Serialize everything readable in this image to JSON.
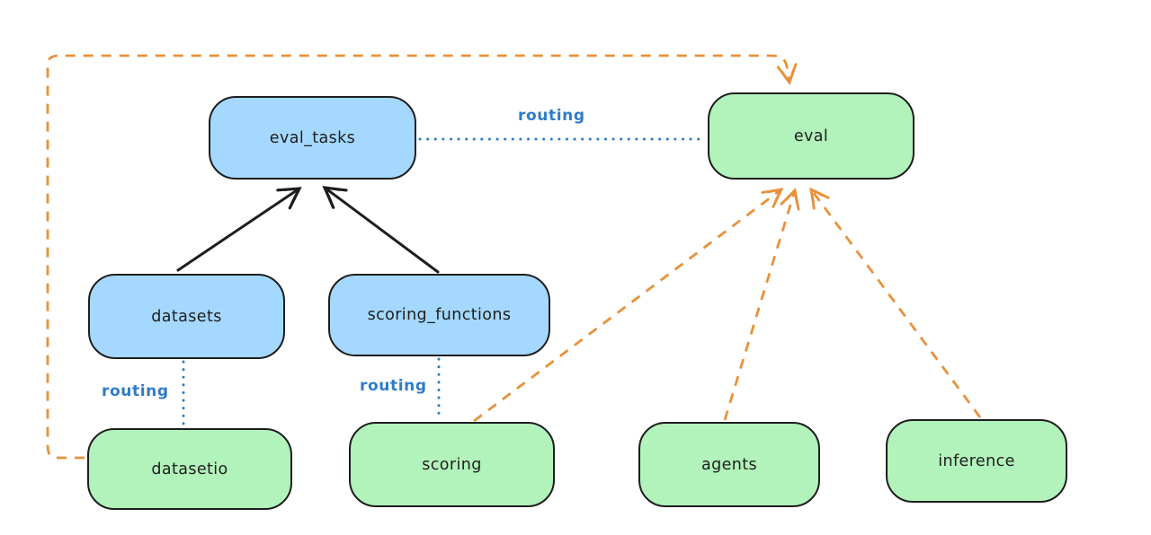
{
  "diagram": {
    "colors": {
      "node_blue": "#a5d8ff",
      "node_green": "#b2f2bb",
      "edge_orange": "#e8913a",
      "edge_blue": "#2e7cc6",
      "stroke": "#1e1e1e"
    },
    "nodes": {
      "eval_tasks": {
        "label": "eval_tasks",
        "fill": "#a5d8ff"
      },
      "eval": {
        "label": "eval",
        "fill": "#b2f2bb"
      },
      "datasets": {
        "label": "datasets",
        "fill": "#a5d8ff"
      },
      "scoring_functions": {
        "label": "scoring_functions",
        "fill": "#a5d8ff"
      },
      "datasetio": {
        "label": "datasetio",
        "fill": "#b2f2bb"
      },
      "scoring": {
        "label": "scoring",
        "fill": "#b2f2bb"
      },
      "agents": {
        "label": "agents",
        "fill": "#b2f2bb"
      },
      "inference": {
        "label": "inference",
        "fill": "#b2f2bb"
      }
    },
    "edge_labels": {
      "routing_top": "routing",
      "routing_datasets": "routing",
      "routing_scoring": "routing"
    },
    "edges": [
      {
        "from": "datasets",
        "to": "eval_tasks",
        "style": "solid-arrow",
        "color": "black"
      },
      {
        "from": "scoring_functions",
        "to": "eval_tasks",
        "style": "solid-arrow",
        "color": "black"
      },
      {
        "from": "eval_tasks",
        "to": "eval",
        "style": "dotted",
        "color": "blue",
        "label": "routing"
      },
      {
        "from": "datasets",
        "to": "datasetio",
        "style": "dotted",
        "color": "blue",
        "label": "routing"
      },
      {
        "from": "scoring_functions",
        "to": "scoring",
        "style": "dotted",
        "color": "blue",
        "label": "routing"
      },
      {
        "from": "datasetio",
        "to": "eval",
        "style": "dashed-arrow",
        "color": "orange"
      },
      {
        "from": "scoring",
        "to": "eval",
        "style": "dashed-arrow",
        "color": "orange"
      },
      {
        "from": "agents",
        "to": "eval",
        "style": "dashed-arrow",
        "color": "orange"
      },
      {
        "from": "inference",
        "to": "eval",
        "style": "dashed-arrow",
        "color": "orange"
      }
    ]
  }
}
